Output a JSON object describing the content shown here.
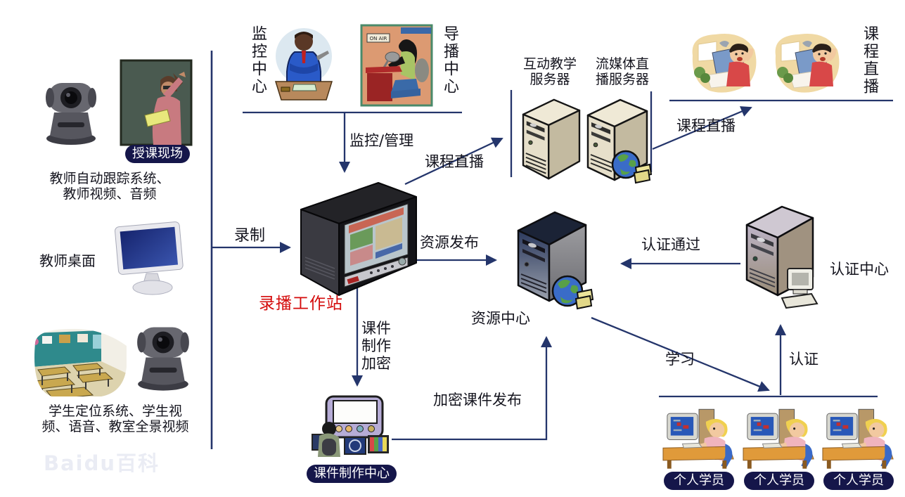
{
  "colors": {
    "background": "#ffffff",
    "line": "#24356b",
    "text": "#14141e",
    "workstation_label": "#d40b0b",
    "badge_bg": "#15164a",
    "badge_text": "#ffffff"
  },
  "left_panel": {
    "scene_badge": "授课现场",
    "teacher_system_line1": "教师自动跟踪系统、",
    "teacher_system_line2": "教师视频、音频",
    "teacher_desktop": "教师桌面",
    "student_system_line1": "学生定位系统、学生视",
    "student_system_line2": "频、语音、教室全景视频"
  },
  "top_panel": {
    "monitoring_center": "监控中心",
    "director_center": "导播中心",
    "on_air_sign": "ON AIR",
    "interactive_server_line1": "互动教学",
    "interactive_server_line2": "服务器",
    "streaming_server_line1": "流媒体直",
    "streaming_server_line2": "播服务器",
    "course_live_vertical": "课程直播"
  },
  "flows": {
    "monitor_manage": "监控/管理",
    "course_live_mid": "课程直播",
    "course_live_right": "课程直播",
    "record": "录制",
    "resource_publish": "资源发布",
    "courseware_line1": "课件",
    "courseware_line2": "制作",
    "courseware_line3": "加密",
    "encrypted_courseware_publish": "加密课件发布",
    "auth_pass": "认证通过",
    "study": "学习",
    "auth": "认证"
  },
  "nodes": {
    "workstation": "录播工作站",
    "resource_center": "资源中心",
    "auth_center": "认证中心",
    "courseware_center": "课件制作中心"
  },
  "students": [
    "个人学员",
    "个人学员",
    "个人学员"
  ],
  "watermark": "Baidu百科",
  "illustrations": [
    "ptz-camera",
    "teacher-blackboard",
    "teacher-monitor",
    "classroom-scene",
    "monitoring-officer",
    "broadcast-director",
    "recording-workstation",
    "interactive-server",
    "streaming-server",
    "resource-server",
    "auth-server",
    "globe-money",
    "student-laptop-kid",
    "personal-student-pc",
    "courseware-studio"
  ]
}
